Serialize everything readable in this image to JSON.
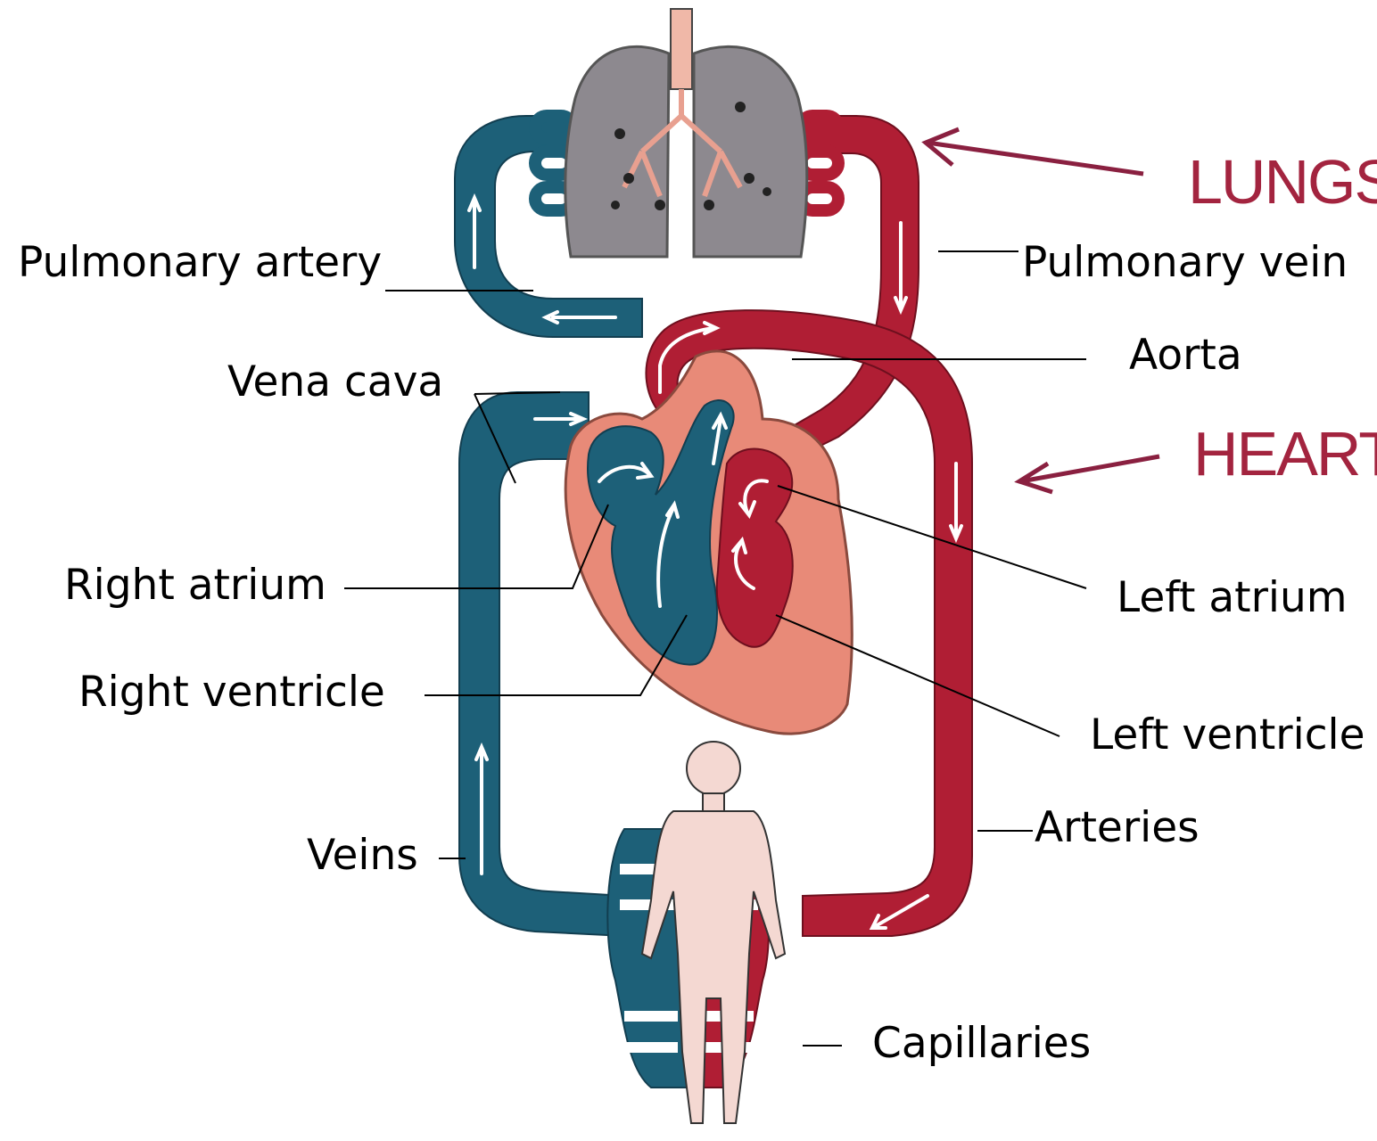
{
  "titles": {
    "lungs": "LUNGS",
    "heart": "HEART"
  },
  "labels": {
    "pulmonary_artery": "Pulmonary artery",
    "pulmonary_vein": "Pulmonary vein",
    "aorta": "Aorta",
    "vena_cava": "Vena cava",
    "right_atrium": "Right atrium",
    "left_atrium": "Left atrium",
    "right_ventricle": "Right ventricle",
    "left_ventricle": "Left ventricle",
    "veins": "Veins",
    "arteries": "Arteries",
    "capillaries": "Capillaries"
  },
  "colors": {
    "deoxygenated_blood": "#1d6078",
    "oxygenated_blood": "#b01e34",
    "heart_tissue": "#e88a78",
    "lungs": "#8d898f",
    "body": "#f4d8d2",
    "title_text": "#a3243f"
  }
}
